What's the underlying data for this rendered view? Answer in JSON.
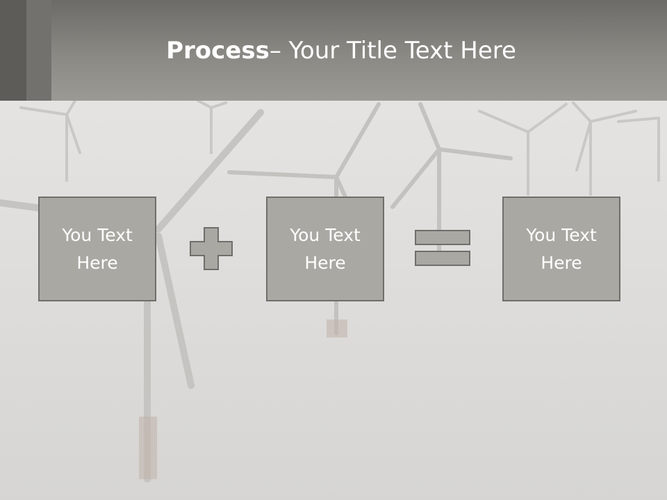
{
  "title": {
    "bold": "Process",
    "rest": " – Your Title Text Here"
  },
  "boxes": [
    {
      "text": "You Text Here"
    },
    {
      "text": "You Text Here"
    },
    {
      "text": "You Text Here"
    }
  ],
  "operators": [
    "plus-icon",
    "equals-icon"
  ],
  "colors": {
    "header": "#8a8984",
    "box_fill": "#a9a8a3",
    "box_border": "#6f6e6b",
    "text": "#ffffff"
  }
}
